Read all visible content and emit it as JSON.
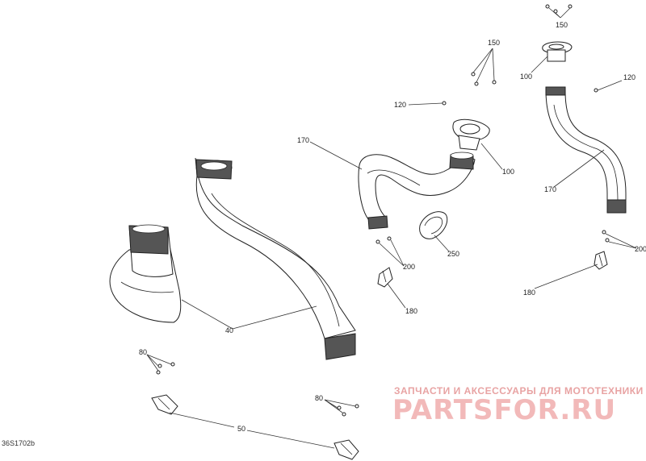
{
  "labels": {
    "l150a": "150",
    "l150b": "150",
    "l100a": "100",
    "l120a": "120",
    "l120b": "120",
    "l170a": "170",
    "l100b": "100",
    "l170b": "170",
    "l250": "250",
    "l200a": "200",
    "l200b": "200",
    "l180a": "180",
    "l180b": "180",
    "l40": "40",
    "l80a": "80",
    "l80b": "80",
    "l50": "50"
  },
  "watermark": {
    "tagline": "ЗАПЧАСТИ И АКСЕССУАРЫ ДЛЯ МОТОТЕХНИКИ",
    "brand": "PARTSFOR.RU"
  },
  "diagram_code": "36S1702b"
}
